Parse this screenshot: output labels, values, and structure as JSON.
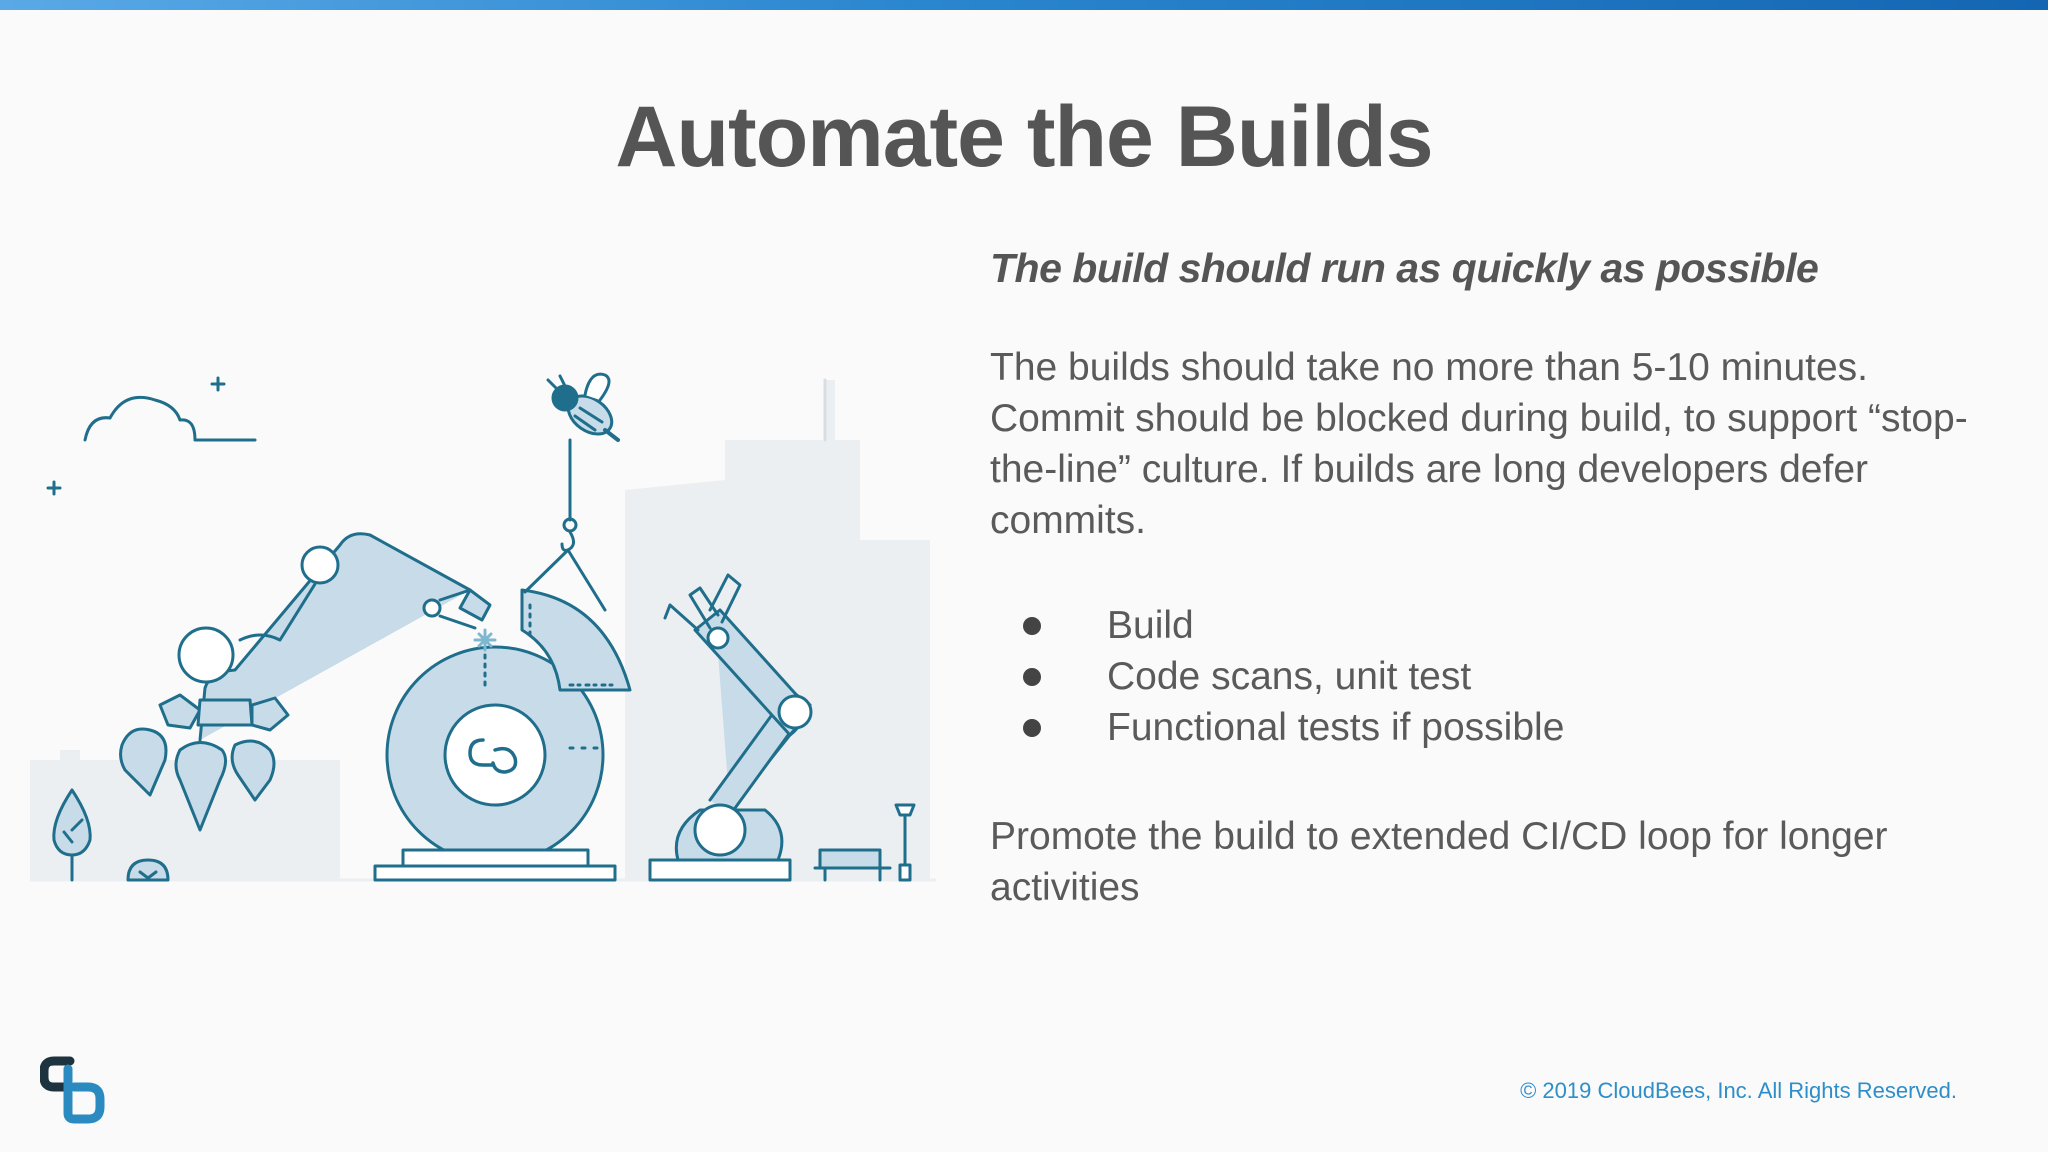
{
  "slide": {
    "title": "Automate the Builds",
    "subtitle": "The build should run as quickly as possible",
    "paragraph1": "The builds should take no more than 5-10 minutes. Commit should be blocked during build, to support “stop-the-line” culture.  If builds are long developers defer commits.",
    "bullets": [
      "Build",
      "Code scans, unit test",
      "Functional tests if possible"
    ],
    "paragraph2": "Promote the build to extended CI/CD loop for longer activities",
    "copyright": "© 2019 CloudBees, Inc. All Rights Reserved."
  },
  "colors": {
    "accent": "#2a86cf",
    "illustration_line": "#1f6e8c",
    "illustration_fill": "#c7dce8",
    "background_building": "#eceff1"
  },
  "icons": {
    "logo": "cloudbees-logo-icon",
    "illustration": "robot-arms-build-illustration"
  }
}
